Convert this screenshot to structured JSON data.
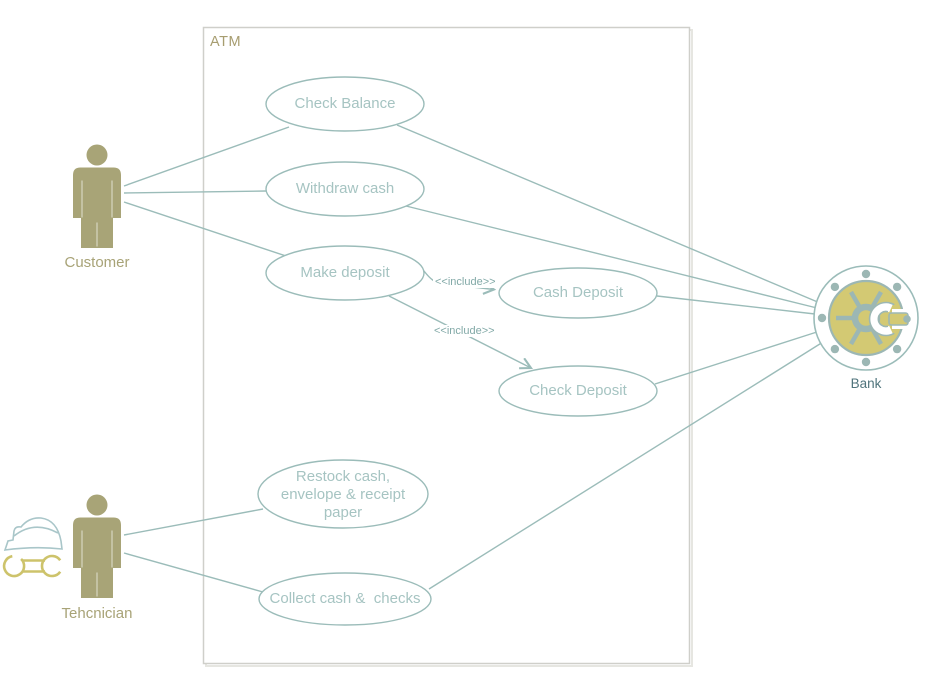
{
  "diagram_type": "uml-use-case",
  "system_boundary": {
    "label": "ATM"
  },
  "actors": {
    "customer": {
      "label": "Customer"
    },
    "technician": {
      "label": "Tehcnician"
    },
    "bank": {
      "label": "Bank"
    }
  },
  "use_cases": {
    "check_balance": {
      "label": "Check Balance"
    },
    "withdraw_cash": {
      "label": "Withdraw cash"
    },
    "make_deposit": {
      "label": "Make deposit"
    },
    "cash_deposit": {
      "label": "Cash Deposit"
    },
    "check_deposit": {
      "label": "Check Deposit"
    },
    "restock": {
      "line1": "Restock cash,",
      "line2": "envelope & receipt",
      "line3": "paper"
    },
    "collect": {
      "label": "Collect cash &  checks"
    }
  },
  "stereotypes": {
    "include_to_cash_deposit": "<<include>>",
    "include_to_check_deposit": "<<include>>"
  },
  "relationships": [
    {
      "from": "Customer",
      "to": "Check Balance",
      "type": "association"
    },
    {
      "from": "Customer",
      "to": "Withdraw cash",
      "type": "association"
    },
    {
      "from": "Customer",
      "to": "Make deposit",
      "type": "association"
    },
    {
      "from": "Check Balance",
      "to": "Bank",
      "type": "association"
    },
    {
      "from": "Withdraw cash",
      "to": "Bank",
      "type": "association"
    },
    {
      "from": "Make deposit",
      "to": "Cash Deposit",
      "type": "include"
    },
    {
      "from": "Make deposit",
      "to": "Check Deposit",
      "type": "include"
    },
    {
      "from": "Cash Deposit",
      "to": "Bank",
      "type": "association"
    },
    {
      "from": "Check Deposit",
      "to": "Bank",
      "type": "association"
    },
    {
      "from": "Collect cash &  checks",
      "to": "Bank",
      "type": "association"
    },
    {
      "from": "Tehcnician",
      "to": "Restock cash, envelope & receipt paper",
      "type": "association"
    },
    {
      "from": "Tehcnician",
      "to": "Collect cash &  checks",
      "type": "association"
    }
  ],
  "colors": {
    "connector_teal": "#9bbcb9",
    "usecase_text": "#a6c4c2",
    "actor_olive": "#a8a477",
    "boundary_gray": "#cfcfca",
    "system_label": "#a79d70",
    "bank_label": "#50747c",
    "vault_yellow": "#d3c973",
    "vault_teal": "#9cb7b4",
    "hat_teal": "#a9c6c9",
    "wrench_yellow": "#cdc36b"
  }
}
